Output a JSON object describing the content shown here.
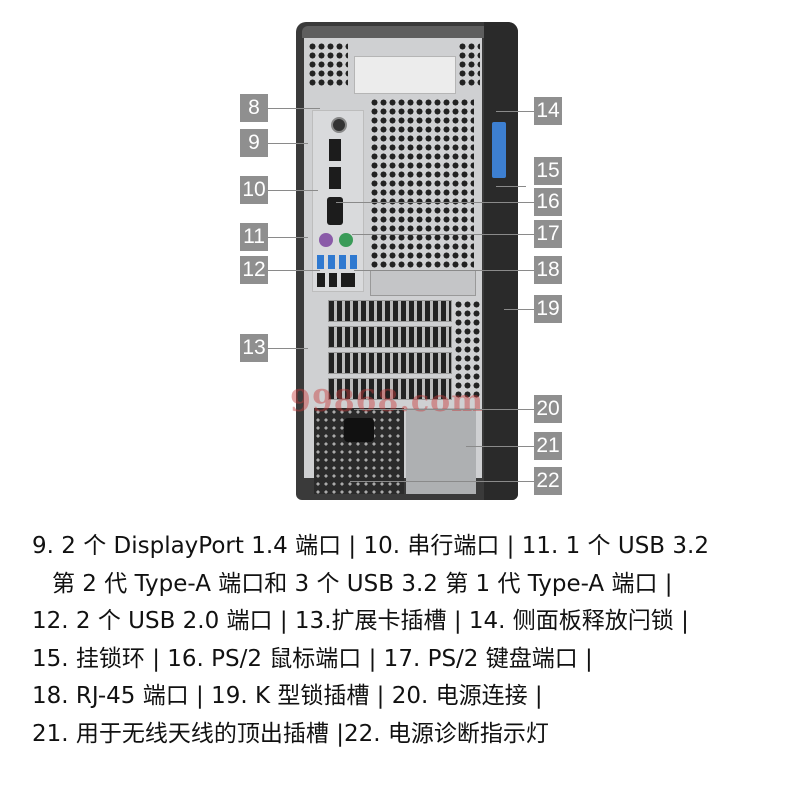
{
  "figure": {
    "subject": "Desktop tower rear panel",
    "watermark": "99868.com",
    "colors": {
      "label_bg": "#8f8f8f",
      "label_text": "#ffffff",
      "chassis": "#3a3a3a",
      "latch": "#3d7fd1",
      "usb3": "#2f79d0",
      "ps2_mouse": "#8a5ba8",
      "ps2_keyboard": "#3a9b58",
      "watermark": "#c83c3c"
    },
    "callouts_left": [
      "8",
      "9",
      "10",
      "11",
      "12",
      "13"
    ],
    "callouts_right": [
      "14",
      "15",
      "16",
      "17",
      "18",
      "19",
      "20",
      "21",
      "22"
    ]
  },
  "caption": {
    "lines": [
      "9. 2 个 DisplayPort 1.4 端口 | 10. 串行端口 | 11. 1 个 USB 3.2",
      "第 2 代 Type-A 端口和 3 个 USB 3.2 第 1 代 Type-A 端口 |",
      "12. 2 个 USB 2.0 端口 | 13.扩展卡插槽  | 14. 侧面板释放闩锁 |",
      "15. 挂锁环 | 16. PS/2 鼠标端口 | 17. PS/2 键盘端口 |",
      "18. RJ-45 端口 | 19. K 型锁插槽 | 20. 电源连接 |",
      "21. 用于无线天线的顶出插槽 |22. 电源诊断指示灯"
    ]
  }
}
